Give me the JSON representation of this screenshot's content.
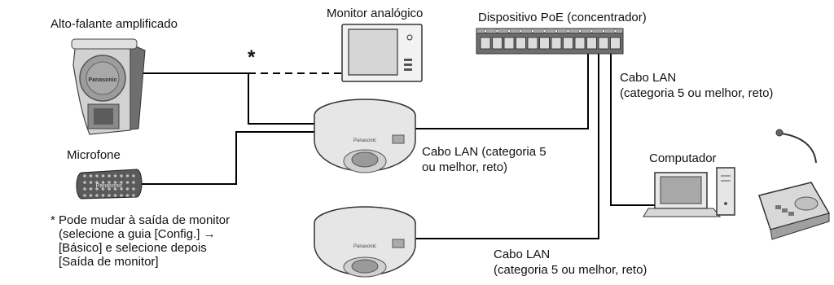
{
  "labels": {
    "speaker": "Alto-falante amplificado",
    "monitor": "Monitor analógico",
    "poe": "Dispositivo PoE (concentrador)",
    "microphone": "Microfone",
    "computer": "Computador",
    "asterisk": "*",
    "lan_top_1": "Cabo LAN",
    "lan_top_2": "(categoria 5 ou melhor, reto)",
    "lan_mid_1": "Cabo LAN (categoria 5",
    "lan_mid_2": "ou melhor, reto)",
    "lan_bot_1": "Cabo LAN",
    "lan_bot_2": "(categoria 5 ou melhor, reto)"
  },
  "note": {
    "line1": "* Pode mudar à saída de monitor",
    "line2": "(selecione a guia [Config.] →",
    "line3": "[Básico] e selecione depois",
    "line4": "[Saída de monitor]"
  },
  "device_logo": "Panasonic"
}
